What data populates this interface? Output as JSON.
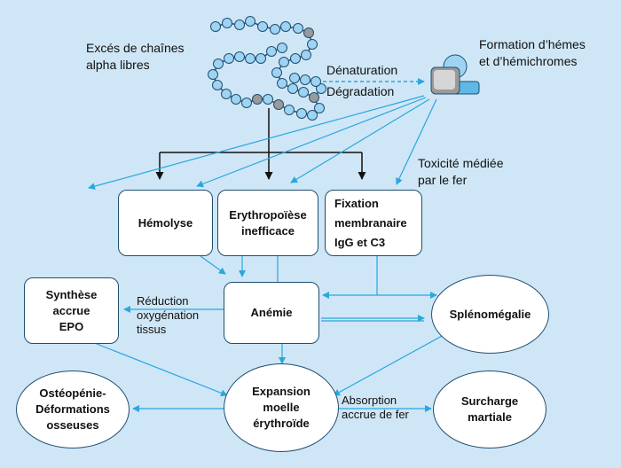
{
  "labels": {
    "excess_chains": "Excés de chaînes\nalpha libres",
    "heme_formation": "Formation d’hémes\net d’hémichromes",
    "denaturation": "Dénaturation",
    "degradation": "Dégradation",
    "iron_toxicity": "Toxicité médiée\npar le fer",
    "reduced_oxygenation": "Réduction\noxygénation\ntissus",
    "iron_absorption": "Absorption\naccrue de fer"
  },
  "nodes": {
    "hemolysis": "Hémolyse",
    "ineffective_erythropoiesis": "Erythropoïèse\ninefficace",
    "membrane_binding": "Fixation\nmembranaire\nIgG et C3",
    "anemia": "Anémie",
    "epo_synthesis": "Synthèse\naccrue\nEPO",
    "splenomegaly": "Splénomégalie",
    "osteopenia": "Ostéopénie-\nDéformations\nosseuses",
    "marrow_expansion": "Expansion\nmoelle\nérythroïde",
    "iron_overload": "Surcharge\nmartiale"
  },
  "colors": {
    "background": "#cfe6f6",
    "arrow_blue": "#29a7df",
    "arrow_dark": "#111111",
    "box_border": "#1f4f70",
    "bead_blue": "#9fd3f3",
    "bead_gray": "#9a9a9a"
  },
  "icons": {
    "globin_chain": "alpha-chain-bead-string",
    "heme": "hemichrome-cube"
  }
}
